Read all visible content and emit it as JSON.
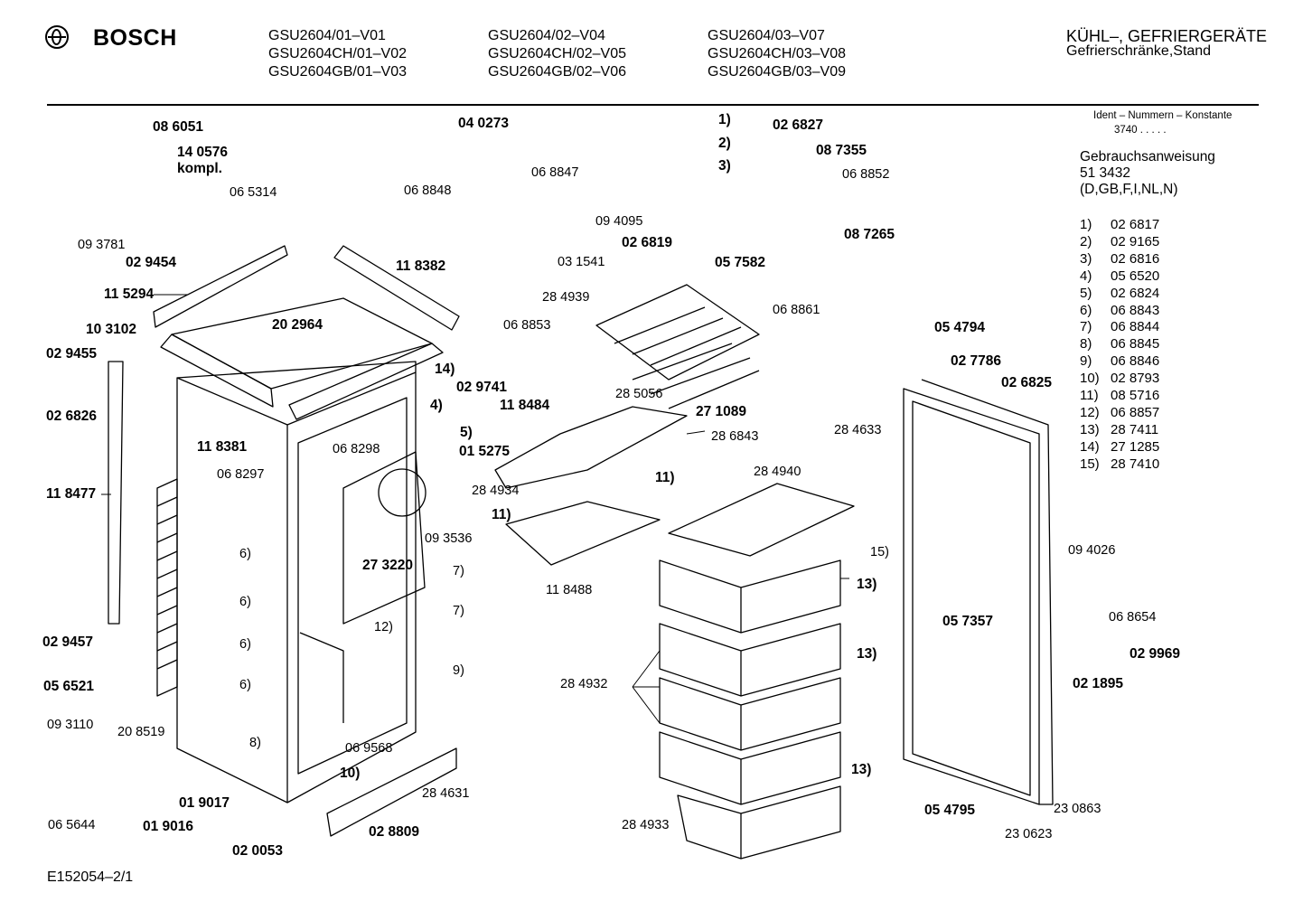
{
  "header": {
    "brand": "BOSCH",
    "models": [
      [
        "GSU2604/01–V01",
        "GSU2604CH/01–V02",
        "GSU2604GB/01–V03"
      ],
      [
        "GSU2604/02–V04",
        "GSU2604CH/02–V05",
        "GSU2604GB/02–V06"
      ],
      [
        "GSU2604/03–V07",
        "GSU2604CH/03–V08",
        "GSU2604GB/03–V09"
      ]
    ],
    "category_line1": "KÜHL–, GEFRIERGERÄTE",
    "category_line2": "Gefrierschränke,Stand"
  },
  "sidebar": {
    "ident_label": "Ident – Nummern – Konstante",
    "ident_value": "3740 . . . . .",
    "manual_title": "Gebrauchsanweisung",
    "manual_number": "51 3432",
    "manual_languages": "(D,GB,F,I,NL,N)",
    "legend": [
      {
        "key": "1)",
        "value": "02 6817"
      },
      {
        "key": "2)",
        "value": "02 9165"
      },
      {
        "key": "3)",
        "value": "02 6816"
      },
      {
        "key": "4)",
        "value": "05 6520"
      },
      {
        "key": "5)",
        "value": "02 6824"
      },
      {
        "key": "6)",
        "value": "06 8843"
      },
      {
        "key": "7)",
        "value": "06 8844"
      },
      {
        "key": "8)",
        "value": "06 8845"
      },
      {
        "key": "9)",
        "value": "06 8846"
      },
      {
        "key": "10)",
        "value": "02 8793"
      },
      {
        "key": "11)",
        "value": "08 5716"
      },
      {
        "key": "12)",
        "value": "06 8857"
      },
      {
        "key": "13)",
        "value": "28 7411"
      },
      {
        "key": "14)",
        "value": "27 1285"
      },
      {
        "key": "15)",
        "value": "28 7410"
      }
    ]
  },
  "footer": {
    "drawing_id": "E152054–2/1"
  },
  "labels": {
    "p086051": "08 6051",
    "p140576": "14 0576",
    "kompl": "kompl.",
    "p065314": "06 5314",
    "p093781": "09 3781",
    "p029454": "02 9454",
    "p115294": "11 5294",
    "p103102": "10 3102",
    "p029455": "02 9455",
    "p026826": "02 6826",
    "p118477": "11 8477",
    "p029457": "02 9457",
    "p056521": "05 6521",
    "p093110": "09 3110",
    "p208519": "20 8519",
    "p065644": "06 5644",
    "p019016": "01 9016",
    "p019017": "01 9017",
    "p020053": "02 0053",
    "p068848": "06 8848",
    "p118382": "11 8382",
    "p202964": "20 2964",
    "p118381": "11 8381",
    "c14": "14)",
    "c4": "4)",
    "p068298": "06 8298",
    "p068297": "06 8297",
    "c6a": "6)",
    "c6b": "6)",
    "c6c": "6)",
    "c6d": "6)",
    "c8": "8)",
    "p273220": "27 3220",
    "c12": "12)",
    "c7a": "7)",
    "c7b": "7)",
    "c9": "9)",
    "p069568": "06 9568",
    "c10": "10)",
    "p284631": "28 4631",
    "p028809": "02 8809",
    "p040273": "04 0273",
    "p068847": "06 8847",
    "c1": "1)",
    "c2": "2)",
    "c3": "3)",
    "p026827": "02 6827",
    "p087355": "08 7355",
    "p068852": "06 8852",
    "p094095": "09 4095",
    "p026819": "02 6819",
    "p057582": "05 7582",
    "p087265": "08 7265",
    "p031541": "03 1541",
    "p284939": "28 4939",
    "p068853": "06 8853",
    "p068861": "06 8861",
    "p029741": "02 9741",
    "c5": "5)",
    "p118484": "11 8484",
    "p285056": "28 5056",
    "p271089": "27 1089",
    "p015275": "01 5275",
    "p286843": "28 6843",
    "p284934": "28 4934",
    "c11a": "11)",
    "c11b": "11)",
    "p093536": "09 3536",
    "p118488": "11 8488",
    "p284633": "28 4633",
    "p284940": "28 4940",
    "c15": "15)",
    "c13a": "13)",
    "c13b": "13)",
    "c13c": "13)",
    "p284932": "28 4932",
    "p284933": "28 4933",
    "p054794": "05 4794",
    "p027786": "02 7786",
    "p026825": "02 6825",
    "p094026": "09 4026",
    "p057357": "05 7357",
    "p068654": "06 8654",
    "p029969": "02 9969",
    "p021895": "02 1895",
    "p054795": "05 4795",
    "p230863": "23 0863",
    "p230623": "23 0623"
  }
}
